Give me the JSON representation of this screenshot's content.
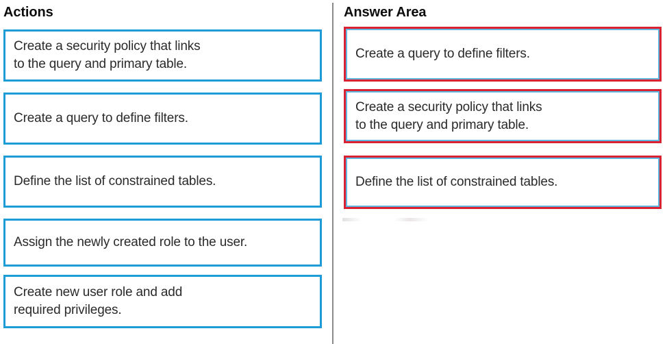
{
  "colors": {
    "action_border": "#1e9cd7",
    "answer_outer_border": "#d92231",
    "answer_inner_border": "#63b6e0",
    "divider": "#8a8a8a",
    "text": "#2a2a2a",
    "heading": "#0d0d0d",
    "background": "#ffffff"
  },
  "actions": {
    "title": "Actions",
    "items": [
      {
        "text": "Create a security policy that links\nto the query  and primary table."
      },
      {
        "text": "Create a query to define filters."
      },
      {
        "text": "Define the list of constrained tables."
      },
      {
        "text": "Assign the newly created role to the user."
      },
      {
        "text": "Create new user role and add\nrequired  privileges."
      }
    ]
  },
  "answer_area": {
    "title": "Answer Area",
    "items": [
      {
        "text": "Create a query to define filters."
      },
      {
        "text": "Create a security policy that links\nto the query  and primary table."
      },
      {
        "text": "Define the list of constrained tables."
      }
    ]
  }
}
